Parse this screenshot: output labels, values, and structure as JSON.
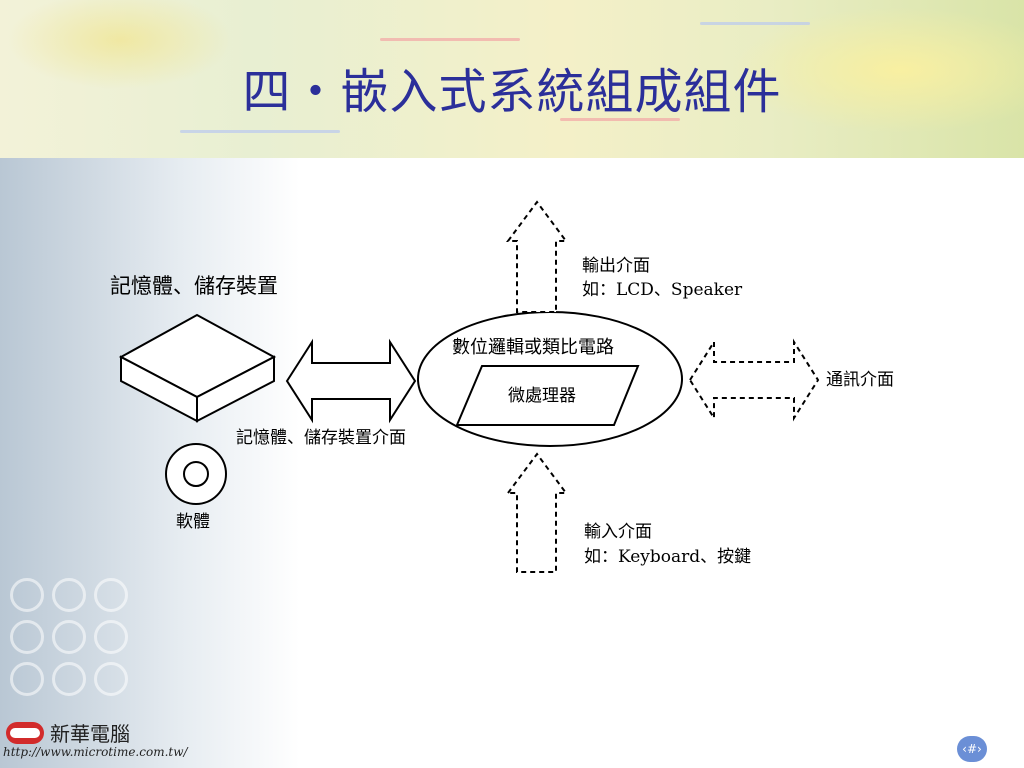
{
  "slide": {
    "title": "四・嵌入式系統組成組件",
    "page_number": "‹#›"
  },
  "diagram": {
    "memory_label": "記憶體、儲存裝置",
    "memory_interface_label": "記憶體、儲存裝置介面",
    "software_label": "軟體",
    "circuit_label": "數位邏輯或類比電路",
    "processor_label": "微處理器",
    "output_title": "輸出介面",
    "output_example": "如：LCD、Speaker",
    "input_title": "輸入介面",
    "input_example": "如：Keyboard、按鍵",
    "comm_label": "通訊介面"
  },
  "footer": {
    "logo_name": "新華電腦",
    "logo_url": "http://www.microtime.com.tw/"
  },
  "colors": {
    "title": "#2b2f9a",
    "banner": "#f0eec8",
    "side_panel": "#c4d0db",
    "page_badge": "#6b8fd6"
  }
}
